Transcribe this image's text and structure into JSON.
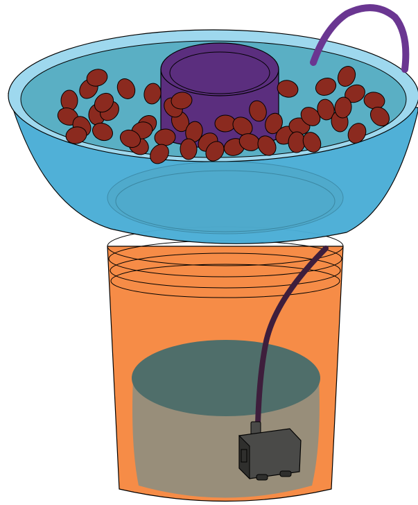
{
  "colors": {
    "bucket": "#F68C47",
    "bucket_outline": "#000000",
    "water": "#8E8E80",
    "water_top": "#4F6E6A",
    "bowl": "#4BAED6",
    "bowl_rim": "#9ED8EE",
    "bowl_inner": "#5AAFC4",
    "standpipe": "#5B2E7E",
    "standpipe_top": "#2E1A45",
    "clay_pebble": "#8B2A1F",
    "tube_inside": "#3E1E3C",
    "tube_outside": "#6A3691",
    "pump": "#4A4A48",
    "pump_dark": "#2F2F2D"
  },
  "components": [
    {
      "id": "bucket",
      "icon": "orange-bucket-reservoir"
    },
    {
      "id": "water",
      "icon": "nutrient-water"
    },
    {
      "id": "pump",
      "icon": "submersible-pump"
    },
    {
      "id": "grow-bowl",
      "icon": "blue-grow-bowl"
    },
    {
      "id": "standpipe",
      "icon": "purple-standpipe"
    },
    {
      "id": "clay-pebbles",
      "icon": "clay-pebble-media"
    },
    {
      "id": "tube",
      "icon": "return-tube"
    }
  ]
}
